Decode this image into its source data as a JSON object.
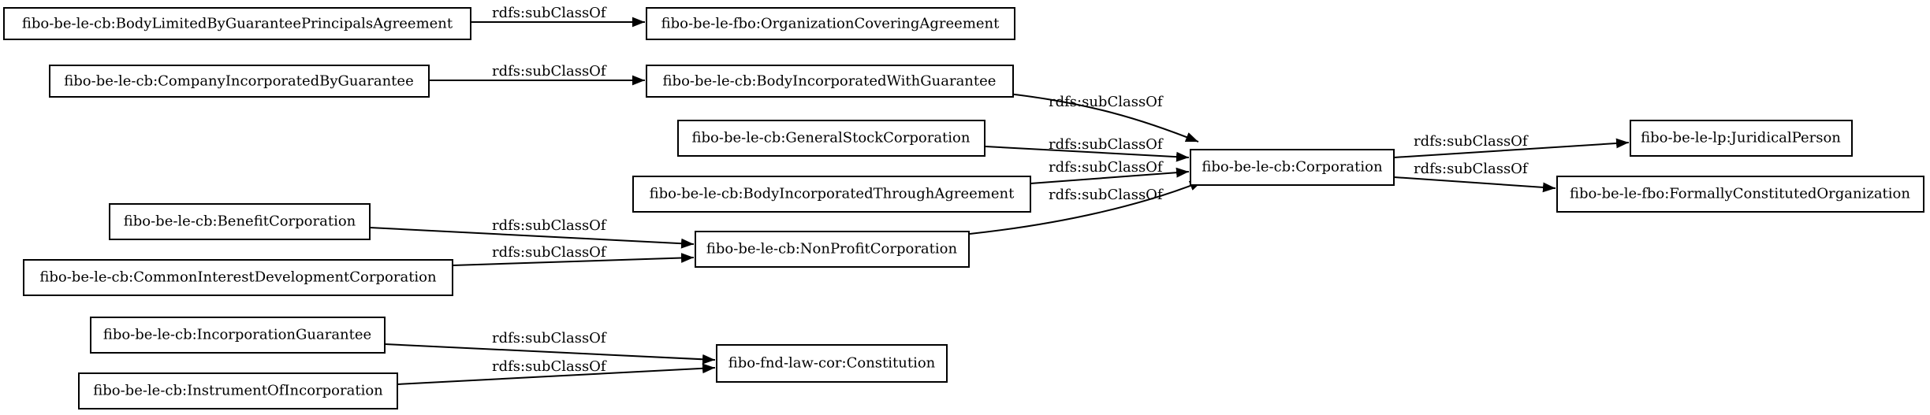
{
  "nodes": [
    {
      "id": "n1",
      "label": "fibo-be-le-cb:BodyLimitedByGuaranteePrincipalsAgreement"
    },
    {
      "id": "n2",
      "label": "fibo-be-le-fbo:OrganizationCoveringAgreement"
    },
    {
      "id": "n3",
      "label": "fibo-be-le-cb:CompanyIncorporatedByGuarantee"
    },
    {
      "id": "n4",
      "label": "fibo-be-le-cb:BodyIncorporatedWithGuarantee"
    },
    {
      "id": "n5",
      "label": "fibo-be-le-cb:GeneralStockCorporation"
    },
    {
      "id": "n6",
      "label": "fibo-be-le-cb:BodyIncorporatedThroughAgreement"
    },
    {
      "id": "n7",
      "label": "fibo-be-le-cb:Corporation"
    },
    {
      "id": "n8",
      "label": "fibo-be-le-lp:JuridicalPerson"
    },
    {
      "id": "n9",
      "label": "fibo-be-le-fbo:FormallyConstitutedOrganization"
    },
    {
      "id": "n10",
      "label": "fibo-be-le-cb:BenefitCorporation"
    },
    {
      "id": "n11",
      "label": "fibo-be-le-cb:CommonInterestDevelopmentCorporation"
    },
    {
      "id": "n12",
      "label": "fibo-be-le-cb:NonProfitCorporation"
    },
    {
      "id": "n13",
      "label": "fibo-be-le-cb:IncorporationGuarantee"
    },
    {
      "id": "n14",
      "label": "fibo-be-le-cb:InstrumentOfIncorporation"
    },
    {
      "id": "n15",
      "label": "fibo-fnd-law-cor:Constitution"
    }
  ],
  "edges": [
    {
      "from": "n1",
      "to": "n2",
      "label": "rdfs:subClassOf"
    },
    {
      "from": "n3",
      "to": "n4",
      "label": "rdfs:subClassOf"
    },
    {
      "from": "n4",
      "to": "n7",
      "label": "rdfs:subClassOf"
    },
    {
      "from": "n5",
      "to": "n7",
      "label": "rdfs:subClassOf"
    },
    {
      "from": "n6",
      "to": "n7",
      "label": "rdfs:subClassOf"
    },
    {
      "from": "n12",
      "to": "n7",
      "label": "rdfs:subClassOf"
    },
    {
      "from": "n7",
      "to": "n8",
      "label": "rdfs:subClassOf"
    },
    {
      "from": "n7",
      "to": "n9",
      "label": "rdfs:subClassOf"
    },
    {
      "from": "n10",
      "to": "n12",
      "label": "rdfs:subClassOf"
    },
    {
      "from": "n11",
      "to": "n12",
      "label": "rdfs:subClassOf"
    },
    {
      "from": "n13",
      "to": "n15",
      "label": "rdfs:subClassOf"
    },
    {
      "from": "n14",
      "to": "n15",
      "label": "rdfs:subClassOf"
    }
  ]
}
